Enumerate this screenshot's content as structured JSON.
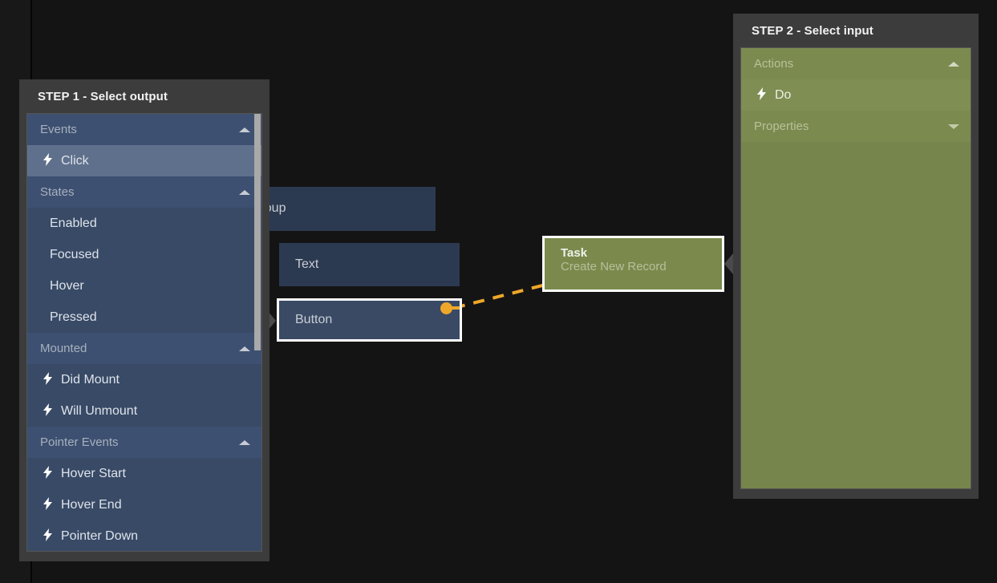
{
  "canvas": {
    "nodes": [
      {
        "id": "group",
        "label": "Group"
      },
      {
        "id": "text",
        "label": "Text"
      },
      {
        "id": "button",
        "label": "Button"
      },
      {
        "id": "task",
        "label": "Task",
        "sublabel": "Create New Record"
      }
    ],
    "link_color": "#efa72a"
  },
  "step1": {
    "title": "STEP 1 - Select output",
    "sections": [
      {
        "header": "Events",
        "chevron": "chevron-up-icon",
        "items": [
          {
            "label": "Click",
            "icon": "lightning-bolt-icon",
            "selected": true
          }
        ]
      },
      {
        "header": "States",
        "chevron": "chevron-up-icon",
        "items": [
          {
            "label": "Enabled",
            "icon": "",
            "selected": false
          },
          {
            "label": "Focused",
            "icon": "",
            "selected": false
          },
          {
            "label": "Hover",
            "icon": "",
            "selected": false
          },
          {
            "label": "Pressed",
            "icon": "",
            "selected": false
          }
        ]
      },
      {
        "header": "Mounted",
        "chevron": "chevron-up-icon",
        "items": [
          {
            "label": "Did Mount",
            "icon": "lightning-bolt-icon",
            "selected": false
          },
          {
            "label": "Will Unmount",
            "icon": "lightning-bolt-icon",
            "selected": false
          }
        ]
      },
      {
        "header": "Pointer Events",
        "chevron": "chevron-up-icon",
        "items": [
          {
            "label": "Hover Start",
            "icon": "lightning-bolt-icon",
            "selected": false
          },
          {
            "label": "Hover End",
            "icon": "lightning-bolt-icon",
            "selected": false
          },
          {
            "label": "Pointer Down",
            "icon": "lightning-bolt-icon",
            "selected": false
          }
        ]
      }
    ]
  },
  "step2": {
    "title": "STEP 2 - Select input",
    "sections": [
      {
        "header": "Actions",
        "chevron": "chevron-up-icon",
        "items": [
          {
            "label": "Do",
            "icon": "lightning-bolt-icon",
            "selected": true
          }
        ]
      },
      {
        "header": "Properties",
        "chevron": "chevron-down-icon",
        "items": []
      }
    ]
  },
  "icons": {
    "bolt": "⚡"
  }
}
